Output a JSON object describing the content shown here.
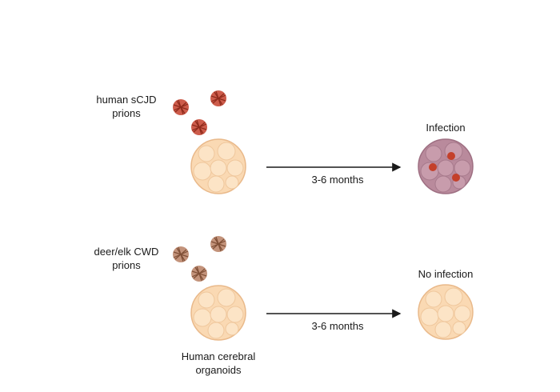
{
  "top_row": {
    "prion_label_line1": "human sCJD",
    "prion_label_line2": "prions",
    "arrow_label": "3-6 months",
    "outcome_label": "Infection",
    "prion_color": "#c4402b",
    "outcome_color": "#b98a9c"
  },
  "bottom_row": {
    "prion_label_line1": "deer/elk CWD",
    "prion_label_line2": "prions",
    "arrow_label": "3-6 months",
    "outcome_label": "No infection",
    "organoid_label_line1": "Human cerebral",
    "organoid_label_line2": "organoids",
    "prion_color": "#b4785a",
    "outcome_color": "#fad9b3"
  },
  "colors": {
    "organoid_fill": "#fad9b3",
    "organoid_stroke": "#e9b98a",
    "arrow": "#1a1a1a"
  }
}
